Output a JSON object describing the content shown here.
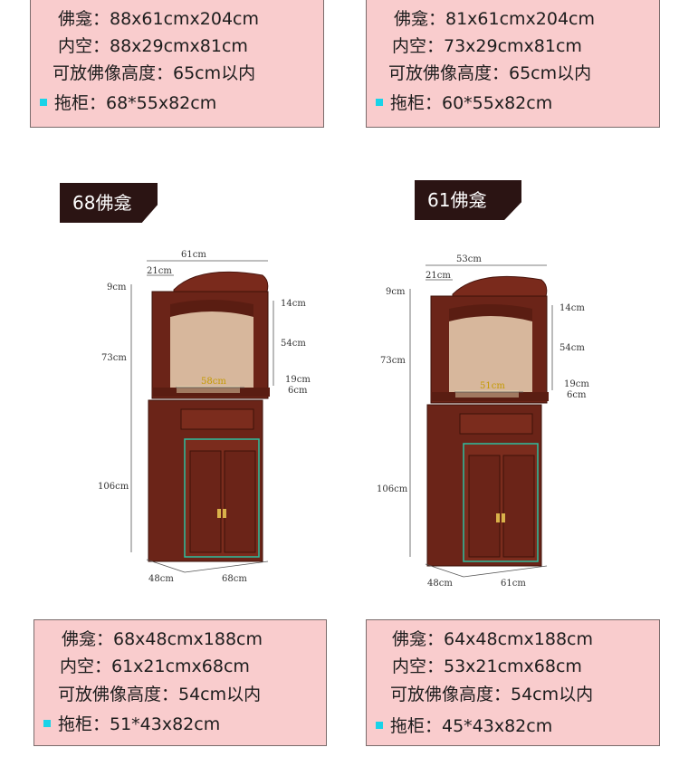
{
  "top_left": {
    "line1": "佛龛：88x61cmx204cm",
    "line2": "内空：88x29cmx81cm",
    "line3": "可放佛像高度：65cm以内",
    "line4": "拖柜：68*55x82cm"
  },
  "top_right": {
    "line1": "佛龛：81x61cmx204cm",
    "line2": "内空：73x29cmx81cm",
    "line3": "可放佛像高度：65cm以内",
    "line4": "拖柜：60*55x82cm"
  },
  "left_product": {
    "tag": "68佛龛",
    "dims": {
      "top_width": "61cm",
      "top_depth": "21cm",
      "top_cap": "9cm",
      "upper_height": "73cm",
      "lower_height": "106cm",
      "inner_h1": "14cm",
      "inner_h2": "54cm",
      "inner_h3": "19cm",
      "inner_h4": "6cm",
      "inner_width": "58cm",
      "base_depth": "48cm",
      "base_width": "68cm"
    }
  },
  "right_product": {
    "tag": "61佛龛",
    "dims": {
      "top_width": "53cm",
      "top_depth": "21cm",
      "top_cap": "9cm",
      "upper_height": "73cm",
      "lower_height": "106cm",
      "inner_h1": "14cm",
      "inner_h2": "54cm",
      "inner_h3": "19cm",
      "inner_h4": "6cm",
      "inner_width": "51cm",
      "base_depth": "48cm",
      "base_width": "61cm"
    }
  },
  "bottom_left": {
    "line1": "佛龛：68x48cmx188cm",
    "line2": "内空：61x21cmx68cm",
    "line3": "可放佛像高度：54cm以内",
    "line4": "拖柜：51*43x82cm"
  },
  "bottom_right": {
    "line1": "佛龛：64x48cmx188cm",
    "line2": "内空：53x21cmx68cm",
    "line3": "可放佛像高度：54cm以内",
    "line4": "拖柜：45*43x82cm"
  },
  "colors": {
    "panel_bg": "#f9cccd",
    "bullet": "#19d3e8",
    "tag_bg": "#2b1413",
    "wood": "#6b2418"
  }
}
